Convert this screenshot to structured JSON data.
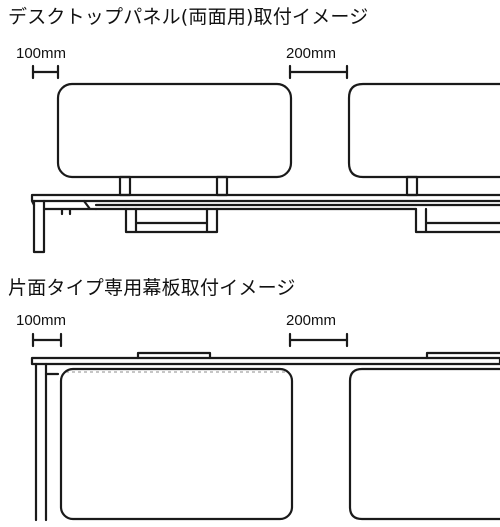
{
  "section1": {
    "title": "デスクトップパネル(両面用)取付イメージ",
    "dim_left": "100mm",
    "dim_right": "200mm"
  },
  "section2": {
    "title": "片面タイプ専用幕板取付イメージ",
    "dim_left": "100mm",
    "dim_right": "200mm"
  },
  "colors": {
    "line": "#1a1a1a",
    "background": "#ffffff"
  }
}
